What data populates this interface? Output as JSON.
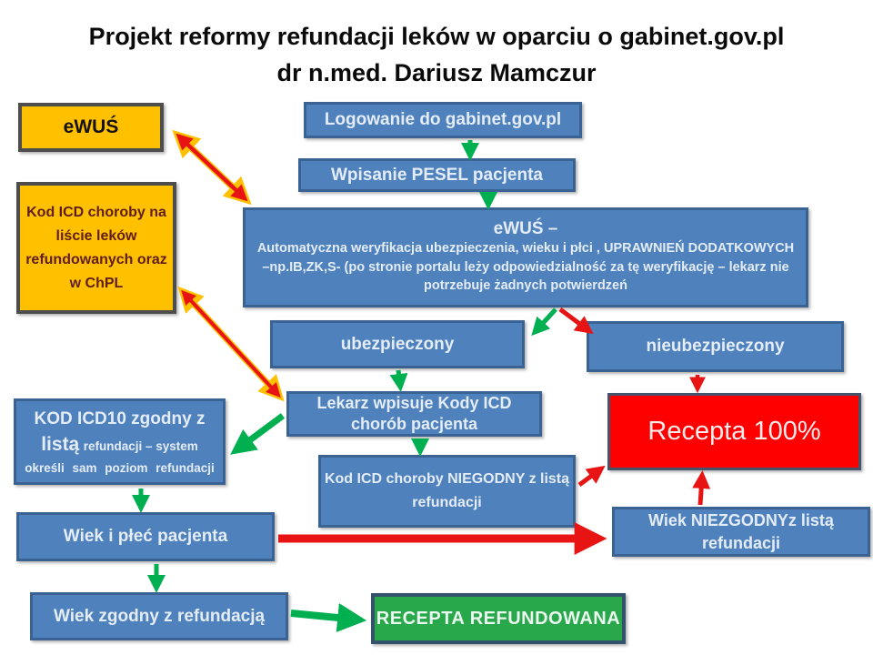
{
  "title": {
    "line1": "Projekt reformy refundacji leków w oparciu o gabinet.gov.pl",
    "line2": "dr n.med. Dariusz Mamczur"
  },
  "colors": {
    "box_blue": "#4F81BD",
    "box_blue_border": "#3A6293",
    "box_orange": "#FFC000",
    "box_orange_border": "#4D4D4D",
    "box_red": "#FE0000",
    "box_red_border": "#44546A",
    "box_green": "#28A74B",
    "box_green_border": "#33526B",
    "arrow_green": "#00B050",
    "arrow_red": "#E81414",
    "arrow_outline_yellow": "#FFC000",
    "text_light": "#E4EDF7",
    "text_dark_red": "#5F1D1B"
  },
  "nodes": {
    "ewus_small": "eWUŚ",
    "logowanie": "Logowanie do gabinet.gov.pl",
    "pesel": "Wpisanie PESEL pacjenta",
    "ewus_big_title": "eWUŚ –",
    "ewus_big_body": "Automatyczna weryfikacja ubezpieczenia, wieku i płci , UPRAWNIEŃ DODATKOWYCH –np.IB,ZK,S- (po stronie portalu leży odpowiedzialność za tę weryfikację – lekarz nie potrzebuje żadnych potwierdzeń",
    "kod_icd_lista": "Kod ICD choroby na liście leków refundowanych oraz w ChPL",
    "ubezpieczony": "ubezpieczony",
    "nieubezpieczony": "nieubezpieczony",
    "lekarz_wpisuje": "Lekarz wpisuje Kody ICD chorób pacjenta",
    "kod_zgodny_line1": "KOD ICD10 zgodny z",
    "kod_zgodny_line2_big": "listą",
    "kod_zgodny_line2_small": "refundacji – system",
    "kod_zgodny_line3": "określi  sam  poziom  refundacji",
    "kod_niegodny": "Kod ICD choroby NIEGODNY z listą refundacji",
    "recepta_100": "Recepta 100%",
    "wiek_niezgodny": "Wiek NIEZGODNYz listą refundacji",
    "wiek_plec": "Wiek i płeć pacjenta",
    "wiek_zgodny": "Wiek zgodny z refundacją",
    "recepta_refundowana": "RECEPTA REFUNDOWANA"
  }
}
